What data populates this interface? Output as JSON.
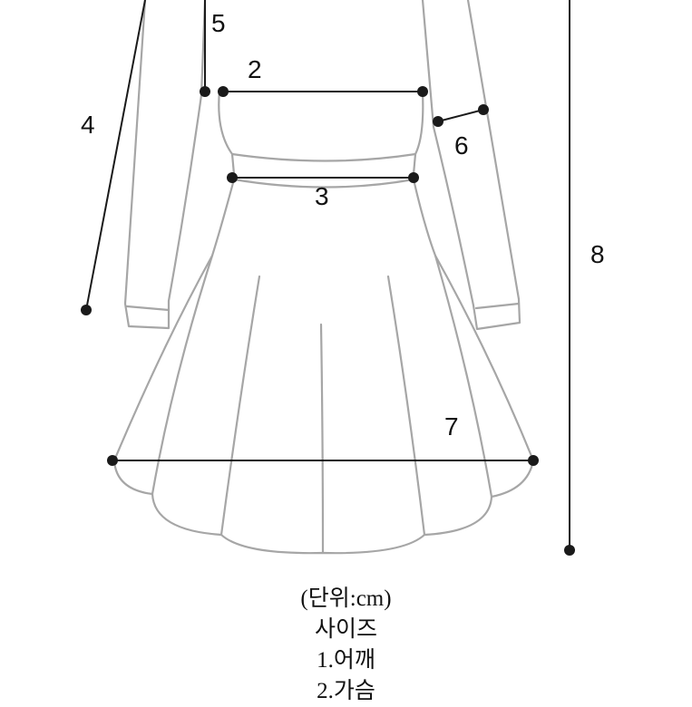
{
  "labels": {
    "n1": "",
    "n2": "2",
    "n3": "3",
    "n4": "4",
    "n5": "5",
    "n6": "6",
    "n7": "7",
    "n8": "8"
  },
  "caption": {
    "unit": "(단위:cm)",
    "heading": "사이즈",
    "line1": "1.어깨",
    "line2": "2.가슴"
  },
  "colors": {
    "outline": "#a6a6a6",
    "measure": "#1a1a1a"
  }
}
